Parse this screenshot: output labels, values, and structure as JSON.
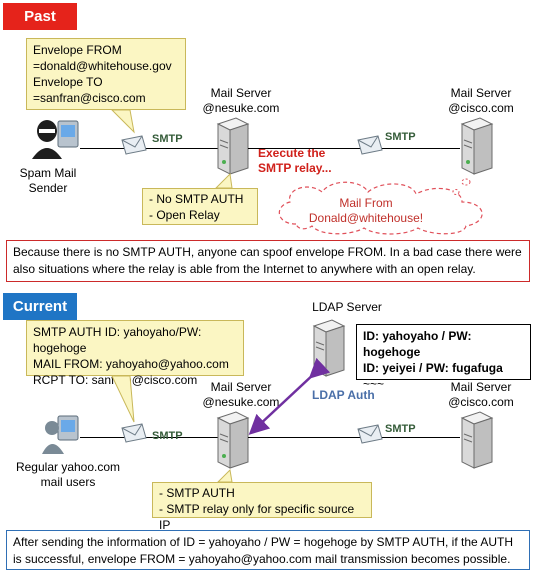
{
  "past": {
    "label": "Past",
    "envelope_note": [
      "Envelope FROM",
      " =donald@whitehouse.gov",
      "Envelope TO",
      "=sanfran@cisco.com"
    ],
    "spam_sender": [
      "Spam Mail",
      "Sender"
    ],
    "smtp_1": "SMTP",
    "server_nesuke": [
      "Mail Server",
      "@nesuke.com"
    ],
    "execute_relay": [
      "Execute the",
      "SMTP relay..."
    ],
    "smtp_2": "SMTP",
    "server_cisco": [
      "Mail Server",
      "@cisco.com"
    ],
    "nesuke_note": [
      "- No SMTP AUTH",
      "- Open Relay"
    ],
    "cloud_text": [
      "Mail From",
      "Donald@whitehouse!"
    ],
    "explanation": "Because there is no SMTP AUTH,  anyone can spoof envelope FROM. In a bad case there were also situations where the relay is able from the Internet to anywhere with an open relay."
  },
  "current": {
    "label": "Current",
    "auth_note": [
      "SMTP AUTH ID: yahoyaho/PW: hogehoge",
      "MAIL FROM: yahoyaho@yahoo.com",
      "RCPT TO: sanfran@cisco.com"
    ],
    "ldap_server": "LDAP Server",
    "ldap_entries": [
      "ID: yahoyaho  / PW: hogehoge",
      "ID: yeiyei / PW: fugafuga",
      "~~~"
    ],
    "users": [
      "Regular yahoo.com",
      "mail users"
    ],
    "smtp_1": "SMTP",
    "server_nesuke": [
      "Mail Server",
      "@nesuke.com"
    ],
    "ldap_auth": "LDAP Auth",
    "smtp_2": "SMTP",
    "server_cisco": [
      "Mail Server",
      "@cisco.com"
    ],
    "nesuke_note": [
      "- SMTP AUTH",
      "- SMTP relay only for specific source IP"
    ],
    "explanation": "After sending the information of ID = yahoyaho / PW = hogehoge by SMTP AUTH, if the AUTH is successful, envelope FROM = yahoyaho@yahoo.com mail transmission becomes possible."
  },
  "colors": {
    "past": "#e5231b",
    "current": "#1f75c5",
    "ldap_arrow": "#7030a0"
  }
}
